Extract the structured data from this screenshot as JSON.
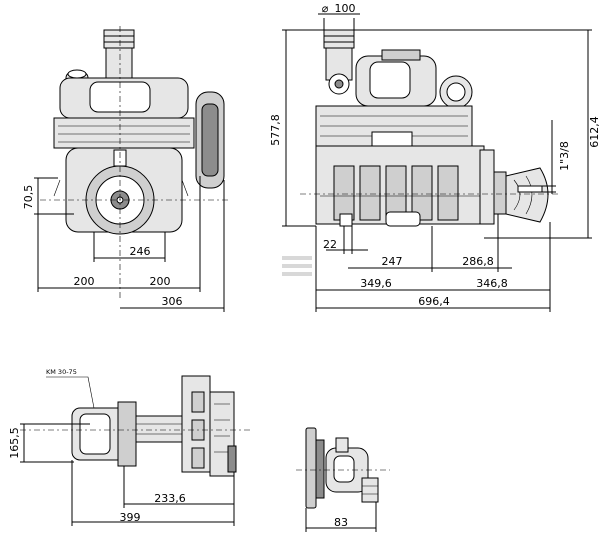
{
  "dimensions": {
    "d_100": "100",
    "d_577_8": "577,8",
    "d_612_4": "612,4",
    "d_1_3_8": "1\"3/8",
    "d_70_5": "70,5",
    "d_246": "246",
    "d_200_left": "200",
    "d_200_right": "200",
    "d_306": "306",
    "d_22": "22",
    "d_247": "247",
    "d_286_8": "286,8",
    "d_349_6": "349,6",
    "d_346_8": "346,8",
    "d_696_4": "696,4",
    "d_165_5": "165,5",
    "d_233_6": "233,6",
    "d_399": "399",
    "d_83": "83"
  },
  "labels": {
    "gearbox_model": "KM 30-75"
  },
  "symbols": {
    "diameter": "⌀"
  }
}
